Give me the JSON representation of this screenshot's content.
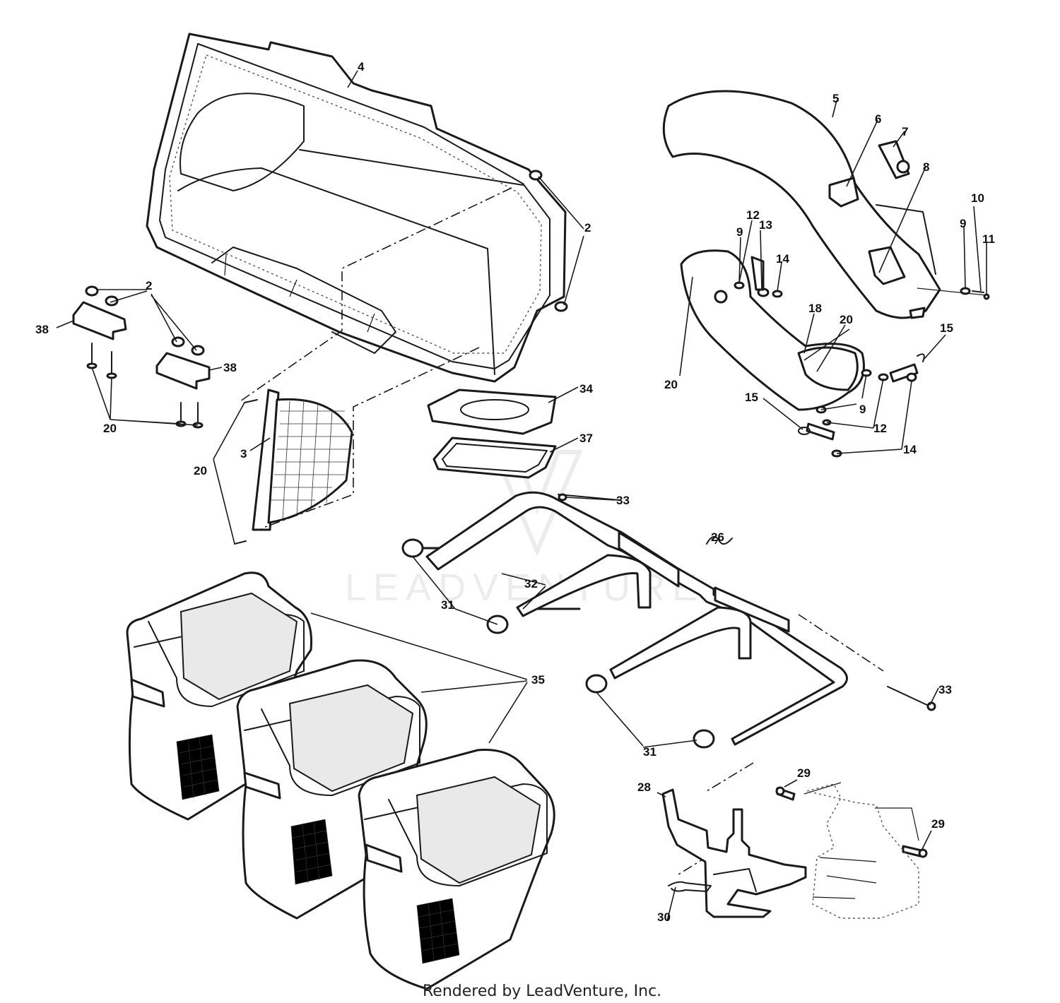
{
  "watermark": {
    "text": "LEADVENTURE"
  },
  "credit": {
    "text": "Rendered by LeadVenture, Inc."
  },
  "callouts": [
    {
      "id": "c-4",
      "label": "4"
    },
    {
      "id": "c-2a",
      "label": "2"
    },
    {
      "id": "c-2b",
      "label": "2"
    },
    {
      "id": "c-38a",
      "label": "38"
    },
    {
      "id": "c-38b",
      "label": "38"
    },
    {
      "id": "c-20a",
      "label": "20"
    },
    {
      "id": "c-20b",
      "label": "20"
    },
    {
      "id": "c-3",
      "label": "3"
    },
    {
      "id": "c-34",
      "label": "34"
    },
    {
      "id": "c-37",
      "label": "37"
    },
    {
      "id": "c-5",
      "label": "5"
    },
    {
      "id": "c-6",
      "label": "6"
    },
    {
      "id": "c-7",
      "label": "7"
    },
    {
      "id": "c-8",
      "label": "8"
    },
    {
      "id": "c-10",
      "label": "10"
    },
    {
      "id": "c-9a",
      "label": "9"
    },
    {
      "id": "c-11",
      "label": "11"
    },
    {
      "id": "c-12a",
      "label": "12"
    },
    {
      "id": "c-13",
      "label": "13"
    },
    {
      "id": "c-9b",
      "label": "9"
    },
    {
      "id": "c-14a",
      "label": "14"
    },
    {
      "id": "c-18",
      "label": "18"
    },
    {
      "id": "c-20c",
      "label": "20"
    },
    {
      "id": "c-15a",
      "label": "15"
    },
    {
      "id": "c-20d",
      "label": "20"
    },
    {
      "id": "c-15b",
      "label": "15"
    },
    {
      "id": "c-9c",
      "label": "9"
    },
    {
      "id": "c-12b",
      "label": "12"
    },
    {
      "id": "c-14b",
      "label": "14"
    },
    {
      "id": "c-33a",
      "label": "33"
    },
    {
      "id": "c-26",
      "label": "26"
    },
    {
      "id": "c-32",
      "label": "32"
    },
    {
      "id": "c-31a",
      "label": "31"
    },
    {
      "id": "c-35",
      "label": "35"
    },
    {
      "id": "c-33b",
      "label": "33"
    },
    {
      "id": "c-31b",
      "label": "31"
    },
    {
      "id": "c-29a",
      "label": "29"
    },
    {
      "id": "c-28",
      "label": "28"
    },
    {
      "id": "c-29b",
      "label": "29"
    },
    {
      "id": "c-30",
      "label": "30"
    }
  ]
}
